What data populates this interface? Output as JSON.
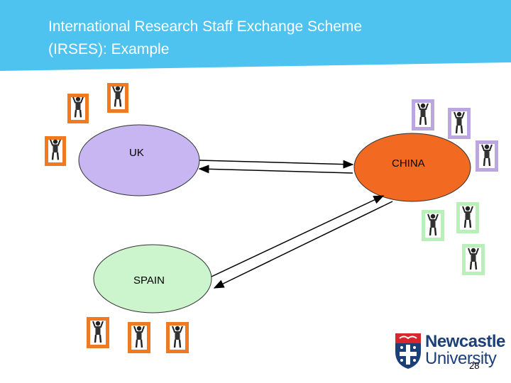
{
  "slide": {
    "title_line1": "International Research Staff Exchange Scheme",
    "title_line2": "(IRSES): Example",
    "page_number": "28"
  },
  "nodes": {
    "uk": {
      "label": "UK",
      "color": "#c7b6f2"
    },
    "china": {
      "label": "CHINA",
      "color": "#f26a21"
    },
    "spain": {
      "label": "SPAIN",
      "color": "#cdf5cd"
    }
  },
  "logo": {
    "line1": "Newcastle",
    "line2": "University"
  },
  "colors": {
    "banner": "#4fc3ef",
    "frame_orange": "#f07a22",
    "frame_purple": "#bca6df",
    "frame_green": "#b9f0b9"
  }
}
